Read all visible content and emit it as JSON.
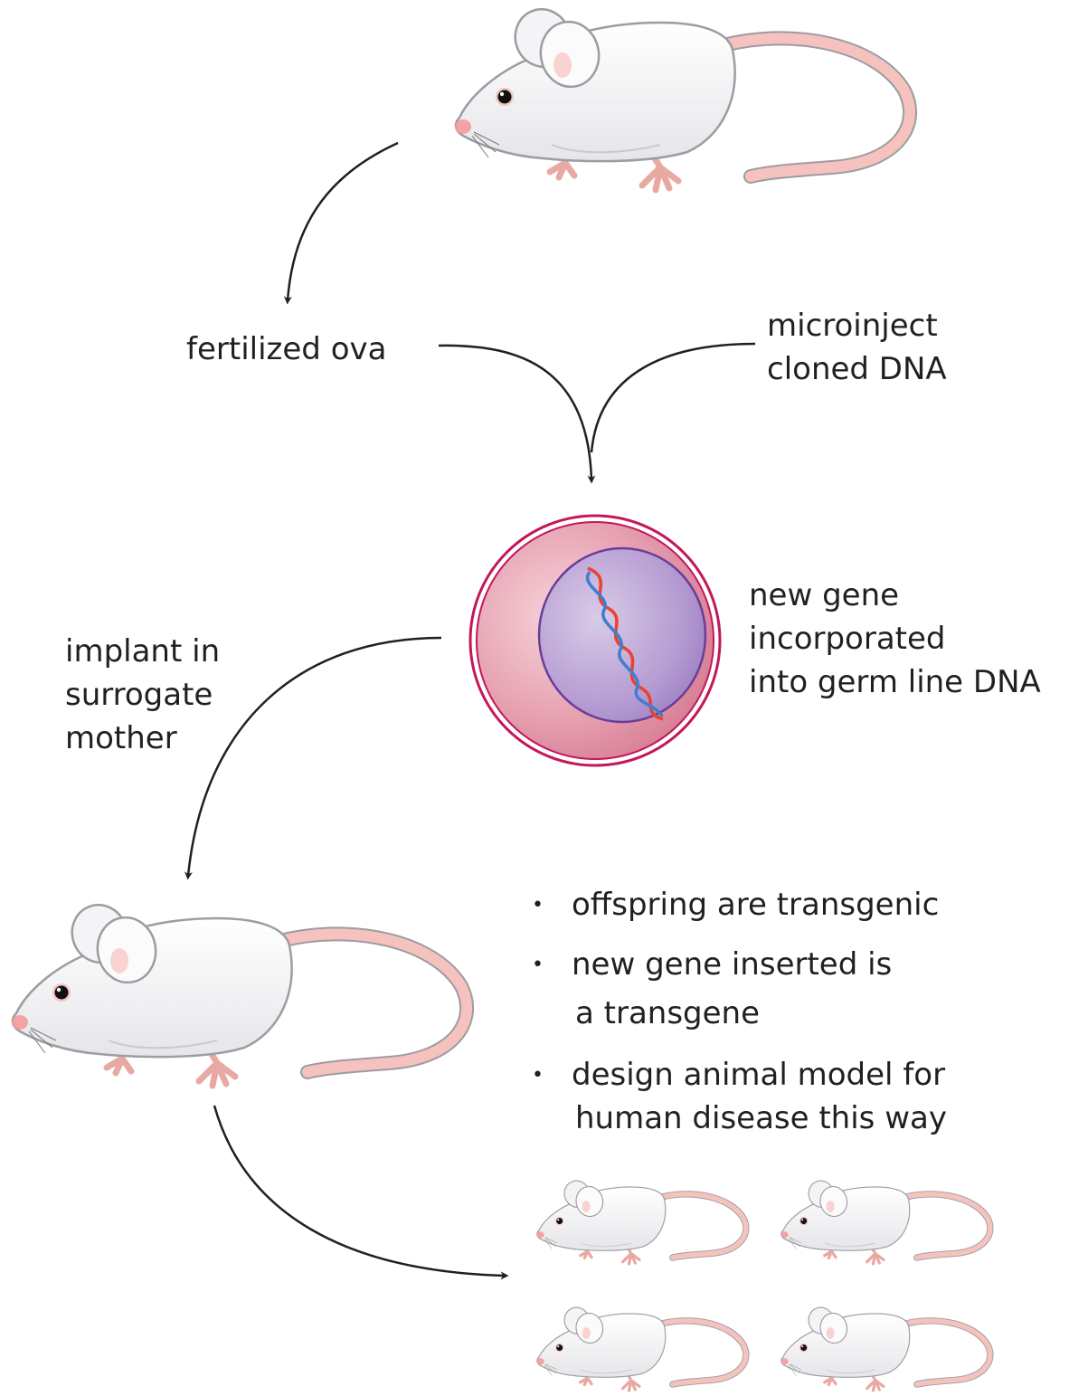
{
  "labels": {
    "fertilized_ova": "fertilized ova",
    "microinject": [
      "microinject",
      "cloned DNA"
    ],
    "new_gene": [
      "new gene",
      "incorporated",
      "into germ line DNA"
    ],
    "implant": [
      "implant in",
      "surrogate",
      "mother"
    ]
  },
  "bullets": [
    {
      "lines": [
        "offspring are transgenic"
      ]
    },
    {
      "lines": [
        "new gene inserted is",
        "a transgene"
      ]
    },
    {
      "lines": [
        "design animal model for",
        "human disease this way"
      ]
    }
  ],
  "bullet_symbol": "•",
  "colors": {
    "text": "#231f20",
    "arrow": "#231f20",
    "mouse_body": "#f4f4f6",
    "mouse_outline": "#9c9ca3",
    "mouse_pink": "#f5b8b3",
    "cell_membrane": "#c2185b",
    "cell_cytoplasm": "#e8a7b5",
    "nucleus": "#b49ad1",
    "nucleus_outline": "#6a3d9a",
    "dna_red": "#e8432f",
    "dna_blue": "#3f7fd1"
  }
}
